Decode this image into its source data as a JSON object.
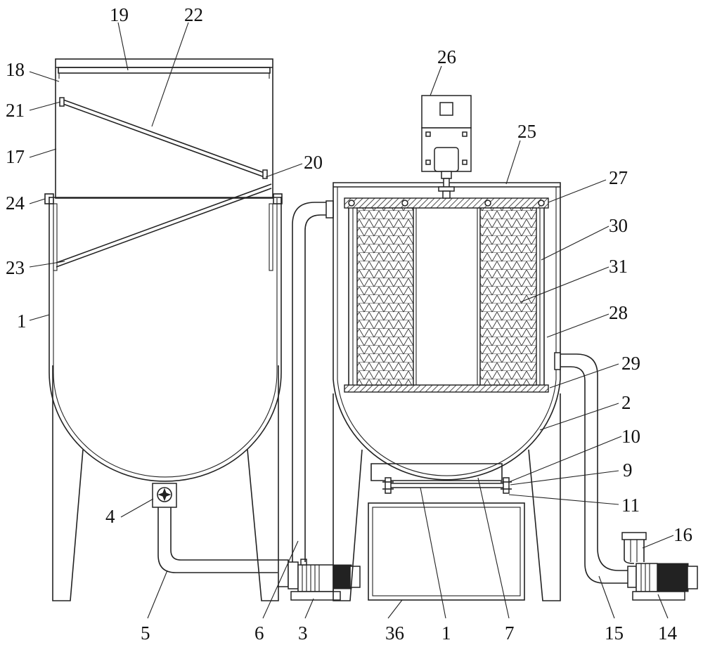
{
  "labels": {
    "l19": "19",
    "l22": "22",
    "l18": "18",
    "l21": "21",
    "l17": "17",
    "l20": "20",
    "l24": "24",
    "l23": "23",
    "l1a": "1",
    "l26": "26",
    "l25": "25",
    "l27": "27",
    "l30": "30",
    "l31": "31",
    "l28": "28",
    "l29": "29",
    "l2": "2",
    "l10": "10",
    "l9": "9",
    "l11": "11",
    "l16": "16",
    "l4": "4",
    "l5": "5",
    "l6": "6",
    "l3": "3",
    "l36": "36",
    "l1b": "1",
    "l7": "7",
    "l15": "15",
    "l14": "14"
  }
}
